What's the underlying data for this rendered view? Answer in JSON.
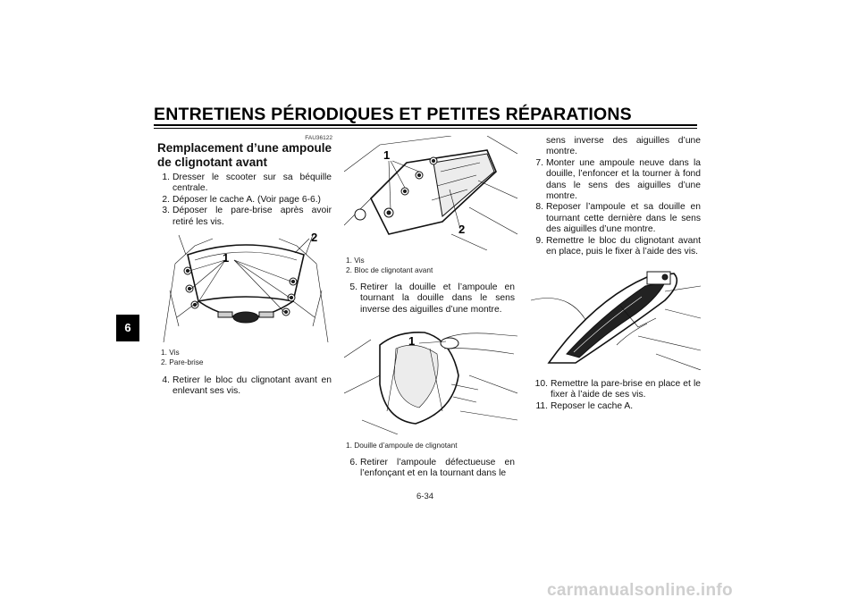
{
  "header": {
    "title": "ENTRETIENS PÉRIODIQUES ET PETITES RÉPARATIONS"
  },
  "chapter_tab": "6",
  "section": {
    "code": "FAU36122",
    "title": "Remplacement d’une ampoule de clignotant avant"
  },
  "col1": {
    "steps": [
      {
        "num": "1.",
        "text": "Dresser le scooter sur sa béquille centrale."
      },
      {
        "num": "2.",
        "text": "Déposer le cache A. (Voir page 6-6.)"
      },
      {
        "num": "3.",
        "text": "Déposer le pare-brise après avoir retiré les vis."
      }
    ],
    "figure": {
      "labels": [
        "1",
        "2"
      ]
    },
    "captions": [
      "1. Vis",
      "2. Pare-brise"
    ],
    "steps2": [
      {
        "num": "4.",
        "text": "Retirer le bloc du clignotant avant en enlevant ses vis."
      }
    ]
  },
  "col2": {
    "figure1": {
      "labels": [
        "1",
        "2"
      ]
    },
    "captions1": [
      "1. Vis",
      "2. Bloc de clignotant avant"
    ],
    "steps": [
      {
        "num": "5.",
        "text": "Retirer la douille et l’ampoule en tournant la douille dans le sens inverse des aiguilles d’une montre."
      }
    ],
    "figure2": {
      "labels": [
        "1"
      ]
    },
    "captions2": [
      "1. Douille d’ampoule de clignotant"
    ],
    "steps2": [
      {
        "num": "6.",
        "text": "Retirer l’ampoule défectueuse en l’enfonçant et en la tournant dans le"
      }
    ]
  },
  "col3": {
    "continuation": "sens inverse des aiguilles d’une montre.",
    "steps": [
      {
        "num": "7.",
        "text": "Monter une ampoule neuve dans la douille, l’enfoncer et la tourner à fond dans le sens des aiguilles d’une montre."
      },
      {
        "num": "8.",
        "text": "Reposer l’ampoule et sa douille en tournant cette dernière dans le sens des aiguilles d’une montre."
      },
      {
        "num": "9.",
        "text": "Remettre le bloc du clignotant avant en place, puis le fixer à l’aide des vis."
      }
    ],
    "steps2": [
      {
        "num": "10.",
        "text": "Remettre la pare-brise en place et le fixer à l’aide de ses vis."
      },
      {
        "num": "11.",
        "text": "Reposer le cache A."
      }
    ]
  },
  "page_number": "6-34",
  "watermark": "carmanualsonline.info"
}
